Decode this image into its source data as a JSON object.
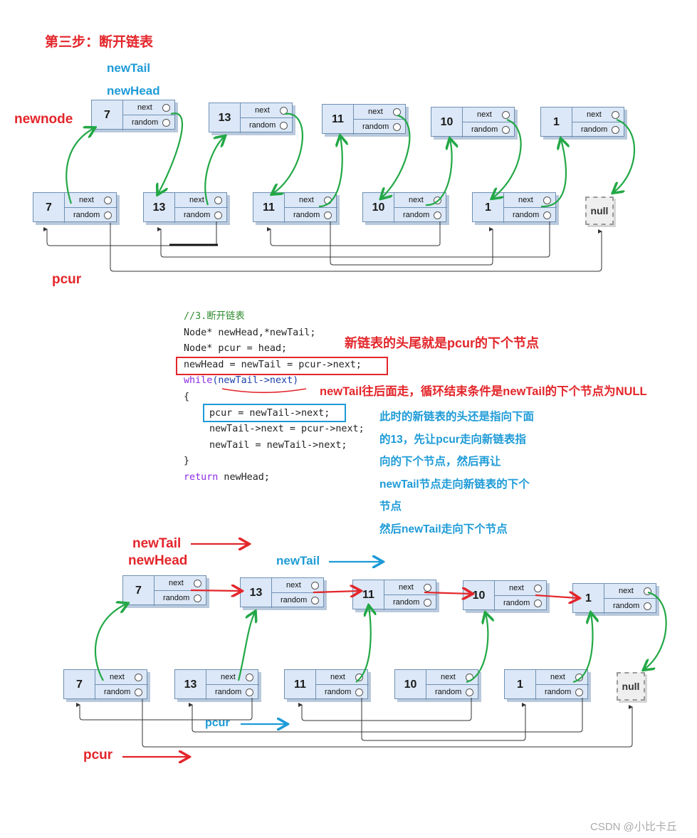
{
  "heading": "第三步：断开链表",
  "labels": {
    "top_newtail": "newTail",
    "top_newhead": "newHead",
    "newnode": "newnode",
    "pcur_top": "pcur",
    "bot_newtail_red": "newTail",
    "bot_newhead_red": "newHead",
    "bot_newtail_blue": "newTail",
    "pcur_blue": "pcur",
    "pcur_red": "pcur"
  },
  "node_fields": {
    "next": "next",
    "random": "random"
  },
  "null_label": "null",
  "diagrams": {
    "top_upper": [
      "7",
      "13",
      "11",
      "10",
      "1"
    ],
    "top_lower": [
      "7",
      "13",
      "11",
      "10",
      "1"
    ],
    "bottom_upper": [
      "7",
      "13",
      "11",
      "10",
      "1"
    ],
    "bottom_lower": [
      "7",
      "13",
      "11",
      "10",
      "1"
    ]
  },
  "code": {
    "comment": "//3.断开链表",
    "l1": "Node* newHead,*newTail;",
    "l2": "Node* pcur = head;",
    "l3": "newHead = newTail = pcur->next;",
    "l4_kw": "while",
    "l4_cond": "(newTail->next)",
    "l5": "{",
    "l6": "pcur = newTail->next;",
    "l7": "newTail->next = pcur->next;",
    "l8": "newTail = newTail->next;",
    "l9": "}",
    "l10_kw": "return",
    "l10_rest": " newHead;"
  },
  "notes": {
    "head_tail": "新链表的头尾就是pcur的下个节点",
    "loop": "newTail往后面走，循环结束条件是newTail的下个节点为NULL",
    "explain": [
      "此时的新链表的头还是指向下面",
      "的13，先让pcur走向新链表指",
      "向的下个节点，然后再让",
      "newTail节点走向新链表的下个",
      "节点",
      "然后newTail走向下个节点"
    ]
  },
  "watermark": "CSDN @小比卡丘",
  "colors": {
    "red": "#e3262b",
    "blue": "#1e9bd7",
    "green": "#22a845",
    "node_fill": "#dce8f7"
  }
}
